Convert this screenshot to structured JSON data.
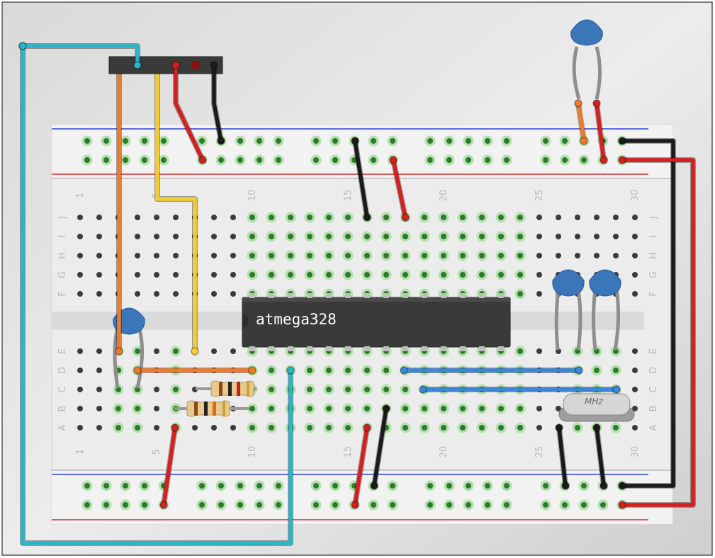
{
  "breadboard": {
    "columns": 30,
    "row_letters_top": [
      "J",
      "I",
      "H",
      "G",
      "F"
    ],
    "row_letters_bottom": [
      "E",
      "D",
      "C",
      "B",
      "A"
    ],
    "column_numbers": [
      "1",
      "5",
      "10",
      "15",
      "20",
      "25",
      "30"
    ]
  },
  "chip": {
    "label": "atmega328"
  },
  "crystal": {
    "label": "MHz"
  },
  "colors": {
    "red": "#d61f1f",
    "black": "#1a1a1a",
    "orange": "#f07a2a",
    "yellow": "#f5cc30",
    "cyan": "#2ab5c8",
    "blue": "#3a86d8",
    "capacitor": "#3b76b8",
    "rail_red": "#d42a2a",
    "rail_blue": "#2a3fd4"
  }
}
